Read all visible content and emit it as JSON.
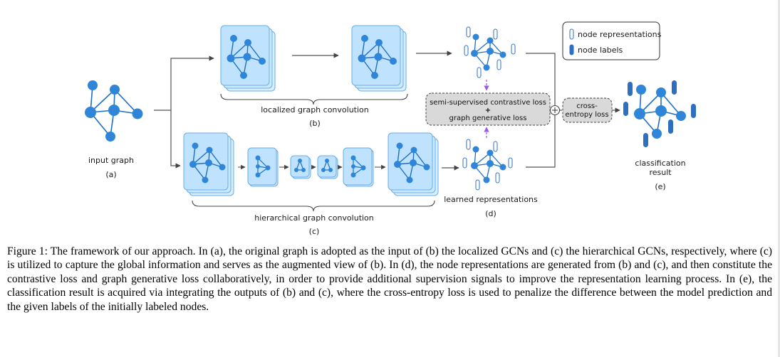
{
  "diagram": {
    "input_graph": {
      "label": "input graph",
      "tag": "(a)"
    },
    "localized": {
      "label": "localized graph convolution",
      "tag": "(b)"
    },
    "hierarchical": {
      "label": "hierarchical graph convolution",
      "tag": "(c)"
    },
    "representations": {
      "label": "learned representations",
      "tag": "(d)"
    },
    "loss_box": {
      "line1": "semi-supervised contrastive loss",
      "plus": "+",
      "line2": "graph generative loss"
    },
    "ce_box": {
      "line1": "cross-",
      "line2": "entropy loss"
    },
    "legend": {
      "node_repr": "node representations",
      "node_labels": "node labels"
    },
    "result": {
      "line1": "classification",
      "line2": "result",
      "tag": "(e)"
    },
    "colors": {
      "node": "#2f86d8",
      "panel_fill": "#bfe3ff",
      "panel_stroke": "#6aaee8",
      "edge": "#1e6fc2",
      "loss_fill": "#d9d9d9",
      "dashed_arrow": "#9b59e0",
      "bar_dark": "#2f6fbf"
    }
  },
  "caption": "Figure 1: The framework of our approach. In (a), the original graph is adopted as the input of (b) the localized GCNs and (c) the hierarchical GCNs, respectively, where (c) is utilized to capture the global information and serves as the augmented view of (b). In (d), the node representations are generated from (b) and (c), and then constitute the contrastive loss and graph generative loss collaboratively, in order to provide additional supervision signals to improve the representation learning process. In (e), the classification result is acquired via integrating the outputs of (b) and (c), where the cross-entropy loss is used to penalize the difference between the model prediction and the given labels of the initially labeled nodes."
}
